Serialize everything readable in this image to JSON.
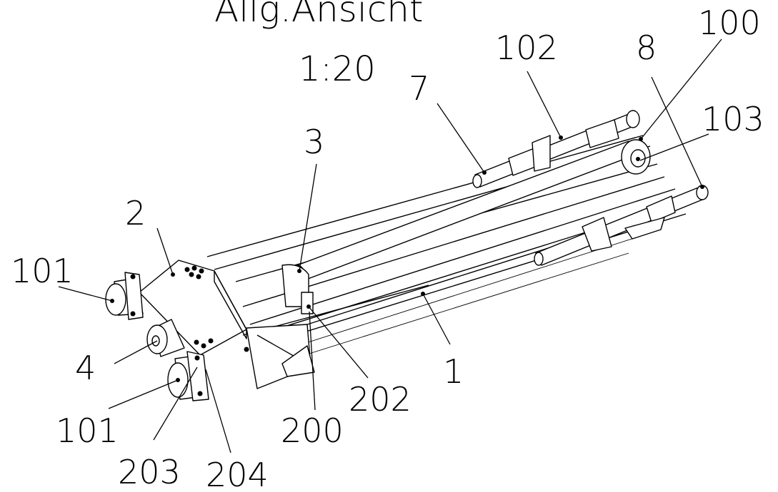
{
  "title": "Allg.Ansicht",
  "scale": "1:20",
  "callouts": {
    "c100": "100",
    "c102": "102",
    "c8": "8",
    "c7": "7",
    "c103": "103",
    "c3": "3",
    "c2": "2",
    "c101a": "101",
    "c4": "4",
    "c1": "1",
    "c202": "202",
    "c101b": "101",
    "c200": "200",
    "c203": "203",
    "c204": "204"
  },
  "colors": {
    "line": "#000000",
    "background": "#ffffff"
  }
}
